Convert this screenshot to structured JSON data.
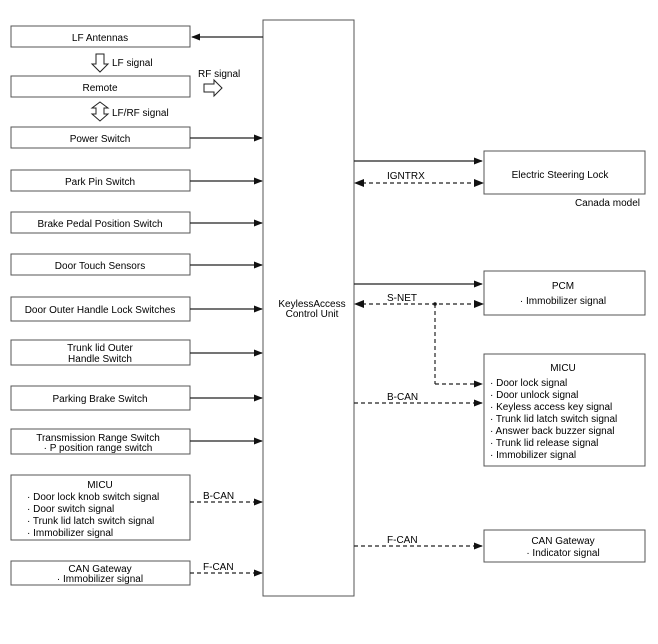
{
  "left_boxes": [
    {
      "lines": [
        "LF Antennas"
      ]
    },
    {
      "lines": [
        "Remote"
      ]
    },
    {
      "lines": [
        "Power Switch"
      ]
    },
    {
      "lines": [
        "Park Pin Switch"
      ]
    },
    {
      "lines": [
        "Brake Pedal Position Switch"
      ]
    },
    {
      "lines": [
        "Door Touch Sensors"
      ]
    },
    {
      "lines": [
        "Door Outer Handle Lock Switches"
      ]
    },
    {
      "lines": [
        "Trunk lid Outer",
        "Handle Switch"
      ]
    },
    {
      "lines": [
        "Parking Brake Switch"
      ]
    },
    {
      "lines": [
        "Transmission Range Switch",
        "· P position range switch"
      ]
    },
    {
      "title": "MICU",
      "items": [
        "· Door lock knob switch signal",
        "· Door switch signal",
        "· Trunk lid latch switch signal",
        "· Immobilizer signal"
      ]
    },
    {
      "lines": [
        "CAN Gateway",
        "· Immobilizer signal"
      ]
    }
  ],
  "center": {
    "lines": [
      "KeylessAccess",
      "Control Unit"
    ]
  },
  "right_boxes": {
    "steering": {
      "title": "Electric Steering Lock",
      "note": "Canada model"
    },
    "pcm": {
      "title": "PCM",
      "items": [
        "· Immobilizer signal"
      ]
    },
    "micu": {
      "title": "MICU",
      "items": [
        "· Door lock signal",
        "· Door unlock signal",
        "· Keyless access key signal",
        "· Trunk lid latch switch signal",
        "· Answer back buzzer signal",
        "· Trunk lid release signal",
        "· Immobilizer signal"
      ]
    },
    "gateway": {
      "title": "CAN Gateway",
      "items": [
        "· Indicator signal"
      ]
    }
  },
  "signals": {
    "lf_signal": "LF signal",
    "rf_signal": "RF signal",
    "lf_rf_signal": "LF/RF signal",
    "igntrx": "IGNTRX",
    "snet": "S-NET",
    "bcan_right": "B-CAN",
    "fcan_right": "F-CAN",
    "bcan_left": "B-CAN",
    "fcan_left": "F-CAN"
  }
}
